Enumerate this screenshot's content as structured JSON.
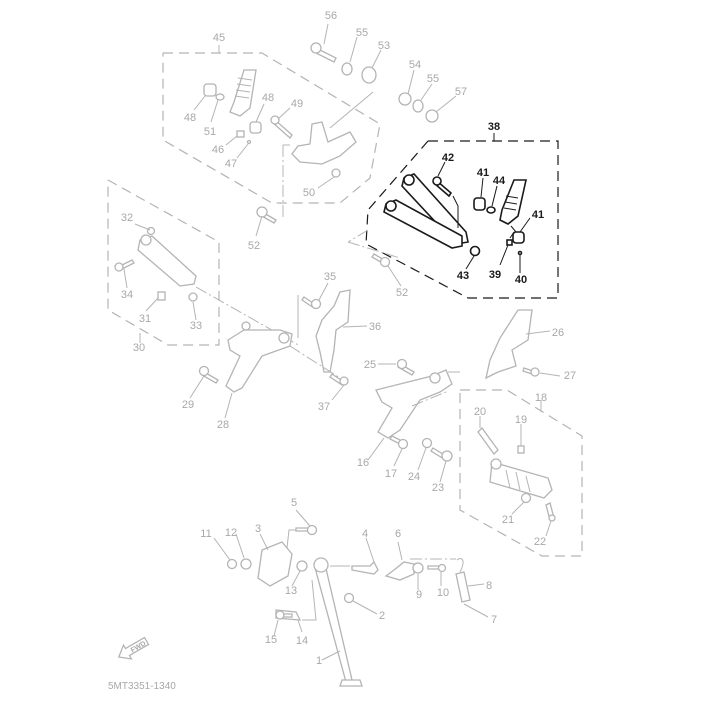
{
  "diagram": {
    "title_code": "5MT3351-1340",
    "fwd_label": "FWD",
    "colors": {
      "faded": "#b4b4b4",
      "highlight": "#1a1a1a",
      "background": "#ffffff"
    },
    "highlighted_group": "38",
    "groups": [
      {
        "id": "45",
        "members": [
          "46",
          "47",
          "48",
          "51"
        ]
      },
      {
        "id": "38",
        "members": [
          "39",
          "40",
          "41",
          "42",
          "43",
          "44"
        ]
      },
      {
        "id": "30",
        "members": [
          "31",
          "32",
          "33",
          "34"
        ]
      },
      {
        "id": "18",
        "members": [
          "19",
          "20",
          "21",
          "22"
        ]
      }
    ],
    "labels": [
      {
        "id": "56",
        "text": "56"
      },
      {
        "id": "55a",
        "text": "55"
      },
      {
        "id": "53",
        "text": "53"
      },
      {
        "id": "54",
        "text": "54"
      },
      {
        "id": "55b",
        "text": "55"
      },
      {
        "id": "57",
        "text": "57"
      },
      {
        "id": "45",
        "text": "45"
      },
      {
        "id": "48a",
        "text": "48"
      },
      {
        "id": "51",
        "text": "51"
      },
      {
        "id": "48b",
        "text": "48"
      },
      {
        "id": "49",
        "text": "49"
      },
      {
        "id": "46",
        "text": "46"
      },
      {
        "id": "47",
        "text": "47"
      },
      {
        "id": "50",
        "text": "50"
      },
      {
        "id": "52a",
        "text": "52"
      },
      {
        "id": "38",
        "text": "38"
      },
      {
        "id": "42",
        "text": "42"
      },
      {
        "id": "41a",
        "text": "41"
      },
      {
        "id": "44",
        "text": "44"
      },
      {
        "id": "41b",
        "text": "41"
      },
      {
        "id": "43",
        "text": "43"
      },
      {
        "id": "39",
        "text": "39"
      },
      {
        "id": "40",
        "text": "40"
      },
      {
        "id": "52b",
        "text": "52"
      },
      {
        "id": "32",
        "text": "32"
      },
      {
        "id": "34",
        "text": "34"
      },
      {
        "id": "31",
        "text": "31"
      },
      {
        "id": "33",
        "text": "33"
      },
      {
        "id": "30",
        "text": "30"
      },
      {
        "id": "35",
        "text": "35"
      },
      {
        "id": "36",
        "text": "36"
      },
      {
        "id": "29",
        "text": "29"
      },
      {
        "id": "28",
        "text": "28"
      },
      {
        "id": "37",
        "text": "37"
      },
      {
        "id": "26",
        "text": "26"
      },
      {
        "id": "25",
        "text": "25"
      },
      {
        "id": "27",
        "text": "27"
      },
      {
        "id": "18",
        "text": "18"
      },
      {
        "id": "20",
        "text": "20"
      },
      {
        "id": "19",
        "text": "19"
      },
      {
        "id": "16",
        "text": "16"
      },
      {
        "id": "17",
        "text": "17"
      },
      {
        "id": "24",
        "text": "24"
      },
      {
        "id": "23",
        "text": "23"
      },
      {
        "id": "21",
        "text": "21"
      },
      {
        "id": "22",
        "text": "22"
      },
      {
        "id": "5",
        "text": "5"
      },
      {
        "id": "11",
        "text": "11"
      },
      {
        "id": "12",
        "text": "12"
      },
      {
        "id": "3",
        "text": "3"
      },
      {
        "id": "4",
        "text": "4"
      },
      {
        "id": "6",
        "text": "6"
      },
      {
        "id": "13",
        "text": "13"
      },
      {
        "id": "9",
        "text": "9"
      },
      {
        "id": "10",
        "text": "10"
      },
      {
        "id": "8",
        "text": "8"
      },
      {
        "id": "2",
        "text": "2"
      },
      {
        "id": "7",
        "text": "7"
      },
      {
        "id": "15",
        "text": "15"
      },
      {
        "id": "14",
        "text": "14"
      },
      {
        "id": "1",
        "text": "1"
      }
    ]
  }
}
